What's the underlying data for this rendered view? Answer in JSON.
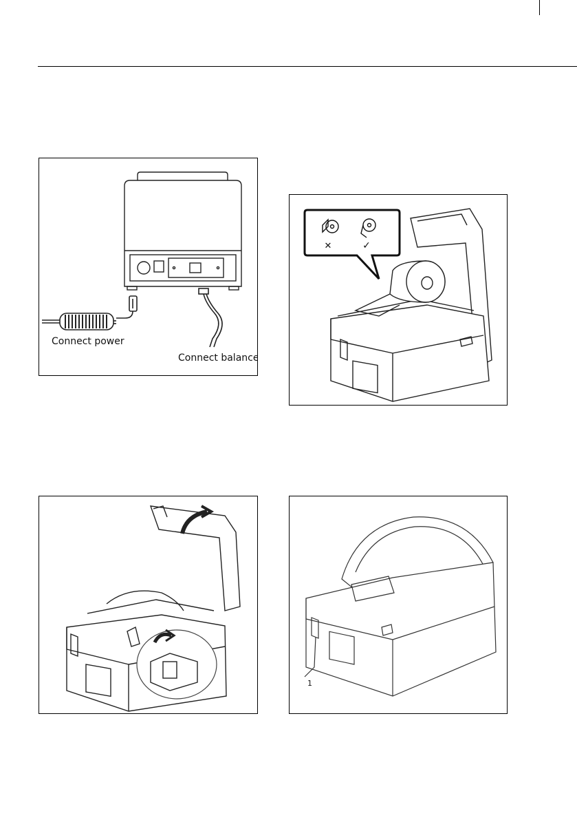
{
  "figures": {
    "connect": {
      "power_label": "Connect power",
      "balance_label": "Connect balance"
    },
    "paper_roll": {
      "wrong_mark": "✕",
      "right_mark": "✓"
    },
    "open_cover": {},
    "closed_printer": {
      "callout": "1"
    }
  }
}
